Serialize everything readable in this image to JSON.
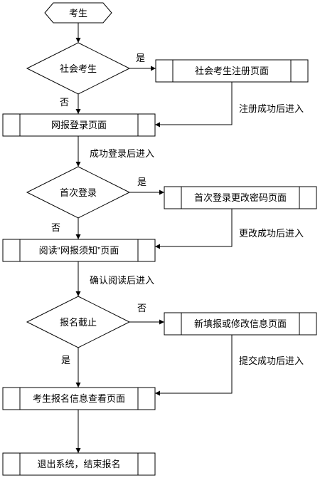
{
  "nodes": {
    "start": "考生",
    "d_social": "社会考生",
    "social_register": "社会考生注册页面",
    "login": "网报登录页面",
    "d_first": "首次登录",
    "change_pwd": "首次登录更改密码页面",
    "read_notice": "阅读“网报须知”页面",
    "d_deadline": "报名截止",
    "new_fill": "新填报或修改信息页面",
    "view_info": "考生报名信息查看页面",
    "exit": "退出系统，结束报名"
  },
  "edges": {
    "social_yes": "是",
    "social_no": "否",
    "register_ok": "注册成功后进入",
    "login_ok": "成功登录后进入",
    "first_yes": "是",
    "first_no": "否",
    "change_ok": "更改成功后进入",
    "confirm_read": "确认阅读后进入",
    "deadline_no": "否",
    "deadline_yes": "是",
    "submit_ok": "提交成功后进入"
  }
}
